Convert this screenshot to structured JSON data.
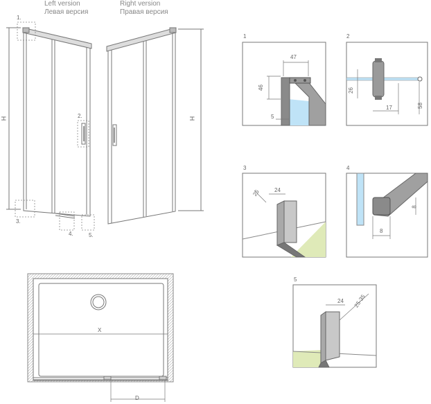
{
  "versions": {
    "left_en": "Left version",
    "left_ru": "Левая версия",
    "right_en": "Right version",
    "right_ru": "Правая версия"
  },
  "height_label": "H",
  "callouts": {
    "c1": "1.",
    "c2": "2.",
    "c3": "3.",
    "c4": "4.",
    "c5": "5."
  },
  "details": {
    "d1": {
      "num": "1",
      "dims": [
        "47",
        "46",
        "5"
      ]
    },
    "d2": {
      "num": "2",
      "dims": [
        "26",
        "17",
        "58"
      ]
    },
    "d3": {
      "num": "3",
      "dims": [
        "25",
        "24"
      ]
    },
    "d4": {
      "num": "4",
      "dims": [
        "8",
        "8"
      ]
    },
    "d5": {
      "num": "5",
      "dims": [
        "24",
        "25-35"
      ]
    }
  },
  "plan": {
    "width_label": "X",
    "door_label": "D"
  },
  "colors": {
    "line": "#777777",
    "metal": "#8a8a8a",
    "glass": "#bfe3f7",
    "floor": "#dfeab8"
  }
}
